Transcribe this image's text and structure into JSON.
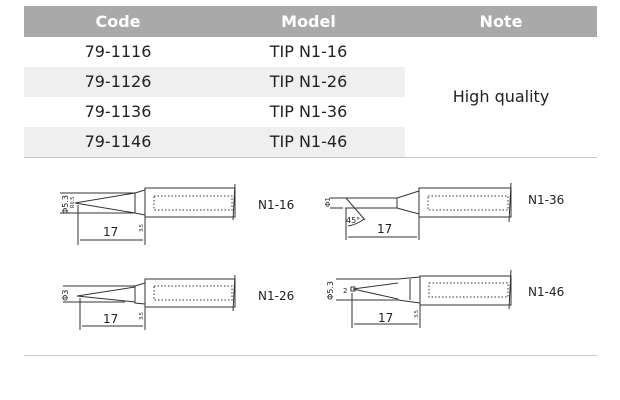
{
  "table": {
    "headers": [
      "Code",
      "Model",
      "Note"
    ],
    "rows": [
      {
        "code": "79-1116",
        "model": "TIP N1-16"
      },
      {
        "code": "79-1126",
        "model": "TIP N1-26"
      },
      {
        "code": "79-1136",
        "model": "TIP N1-36"
      },
      {
        "code": "79-1146",
        "model": "TIP N1-46"
      }
    ],
    "note": "High quality"
  },
  "diagrams": {
    "n116": {
      "label": "N1-16",
      "dia": "Φ5.3",
      "tip": "R0.5",
      "len": "17",
      "step": "3.5"
    },
    "n126": {
      "label": "N1-26",
      "dia": "Φ3",
      "len": "17",
      "step": "3.5"
    },
    "n136": {
      "label": "N1-36",
      "dia": "Φ1",
      "angle": "45°",
      "len": "17"
    },
    "n146": {
      "label": "N1-46",
      "dia": "Φ5.3",
      "tip": "2",
      "len": "17",
      "step": "3.5"
    }
  },
  "colors": {
    "header_bg": "#a9a9a9",
    "stripe": "#efefef"
  }
}
